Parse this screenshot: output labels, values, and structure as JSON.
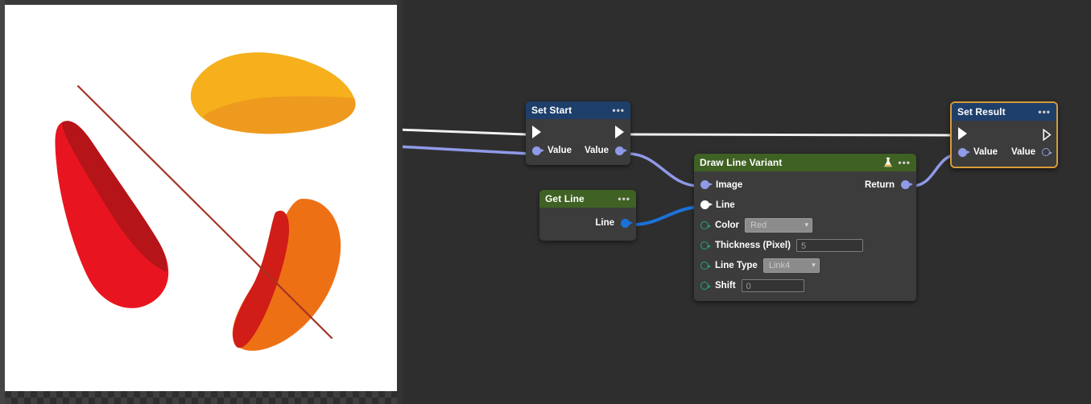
{
  "viewer": {
    "name": "image-preview",
    "background": "#ffffff",
    "shapes": [
      {
        "name": "yellow-petal",
        "fill": "#F5B01C",
        "shade": "#EE9A1F"
      },
      {
        "name": "red-petal",
        "fill": "#E81520",
        "shade": "#B51418"
      },
      {
        "name": "orange-petal",
        "fill": "#EE7014",
        "shade": "#D01D17"
      },
      {
        "name": "drawn-line",
        "stroke": "#A33425",
        "thickness": 2
      }
    ]
  },
  "graph": {
    "background": "#2e2e2e",
    "wire_colors": {
      "exec": "#f0f0f0",
      "data_image": "#8f9ae8",
      "data_line": "#1b72d8"
    },
    "nodes": [
      {
        "id": "set-start",
        "title": "Set Start",
        "header_color": "#1f3f6b",
        "menu": "•••",
        "selected": false,
        "rows": [
          {
            "type": "exec",
            "left_label": "",
            "right_label": ""
          },
          {
            "type": "data",
            "left_label": "Value",
            "right_label": "Value"
          }
        ]
      },
      {
        "id": "get-line",
        "title": "Get Line",
        "header_color": "#3f6123",
        "menu": "•••",
        "selected": false,
        "rows": [
          {
            "type": "data",
            "left_label": "",
            "right_label": "Line"
          }
        ]
      },
      {
        "id": "draw-line-variant",
        "title": "Draw Line Variant",
        "header_color": "#3f6123",
        "menu": "•••",
        "badge_icon": "flask-icon",
        "selected": false,
        "rows": [
          {
            "type": "data",
            "left_label": "Image",
            "right_label": "Return"
          },
          {
            "type": "data",
            "left_label": "Line",
            "right_label": ""
          },
          {
            "type": "data",
            "left_label": "Color",
            "widget": "dropdown",
            "value": "Red"
          },
          {
            "type": "data",
            "left_label": "Thickness (Pixel)",
            "widget": "textbox",
            "value": "5"
          },
          {
            "type": "data",
            "left_label": "Line Type",
            "widget": "dropdown",
            "value": "Link4"
          },
          {
            "type": "data",
            "left_label": "Shift",
            "widget": "textbox",
            "value": "0"
          }
        ]
      },
      {
        "id": "set-result",
        "title": "Set Result",
        "header_color": "#1f3f6b",
        "menu": "•••",
        "selected": true,
        "rows": [
          {
            "type": "exec",
            "left_label": "",
            "right_label": ""
          },
          {
            "type": "data",
            "left_label": "Value",
            "right_label": "Value"
          }
        ]
      }
    ]
  },
  "set_start": {
    "title": "Set Start",
    "menu": "•••",
    "value_in": "Value",
    "value_out": "Value"
  },
  "get_line": {
    "title": "Get Line",
    "menu": "•••",
    "line_out": "Line"
  },
  "draw_line": {
    "title": "Draw Line Variant",
    "menu": "•••",
    "image_label": "Image",
    "return_label": "Return",
    "line_label": "Line",
    "color_label": "Color",
    "color_value": "Red",
    "thickness_label": "Thickness (Pixel)",
    "thickness_value": "5",
    "linetype_label": "Line Type",
    "linetype_value": "Link4",
    "shift_label": "Shift",
    "shift_value": "0",
    "chevron": "▾"
  },
  "set_result": {
    "title": "Set Result",
    "menu": "•••",
    "value_in": "Value",
    "value_out": "Value"
  }
}
